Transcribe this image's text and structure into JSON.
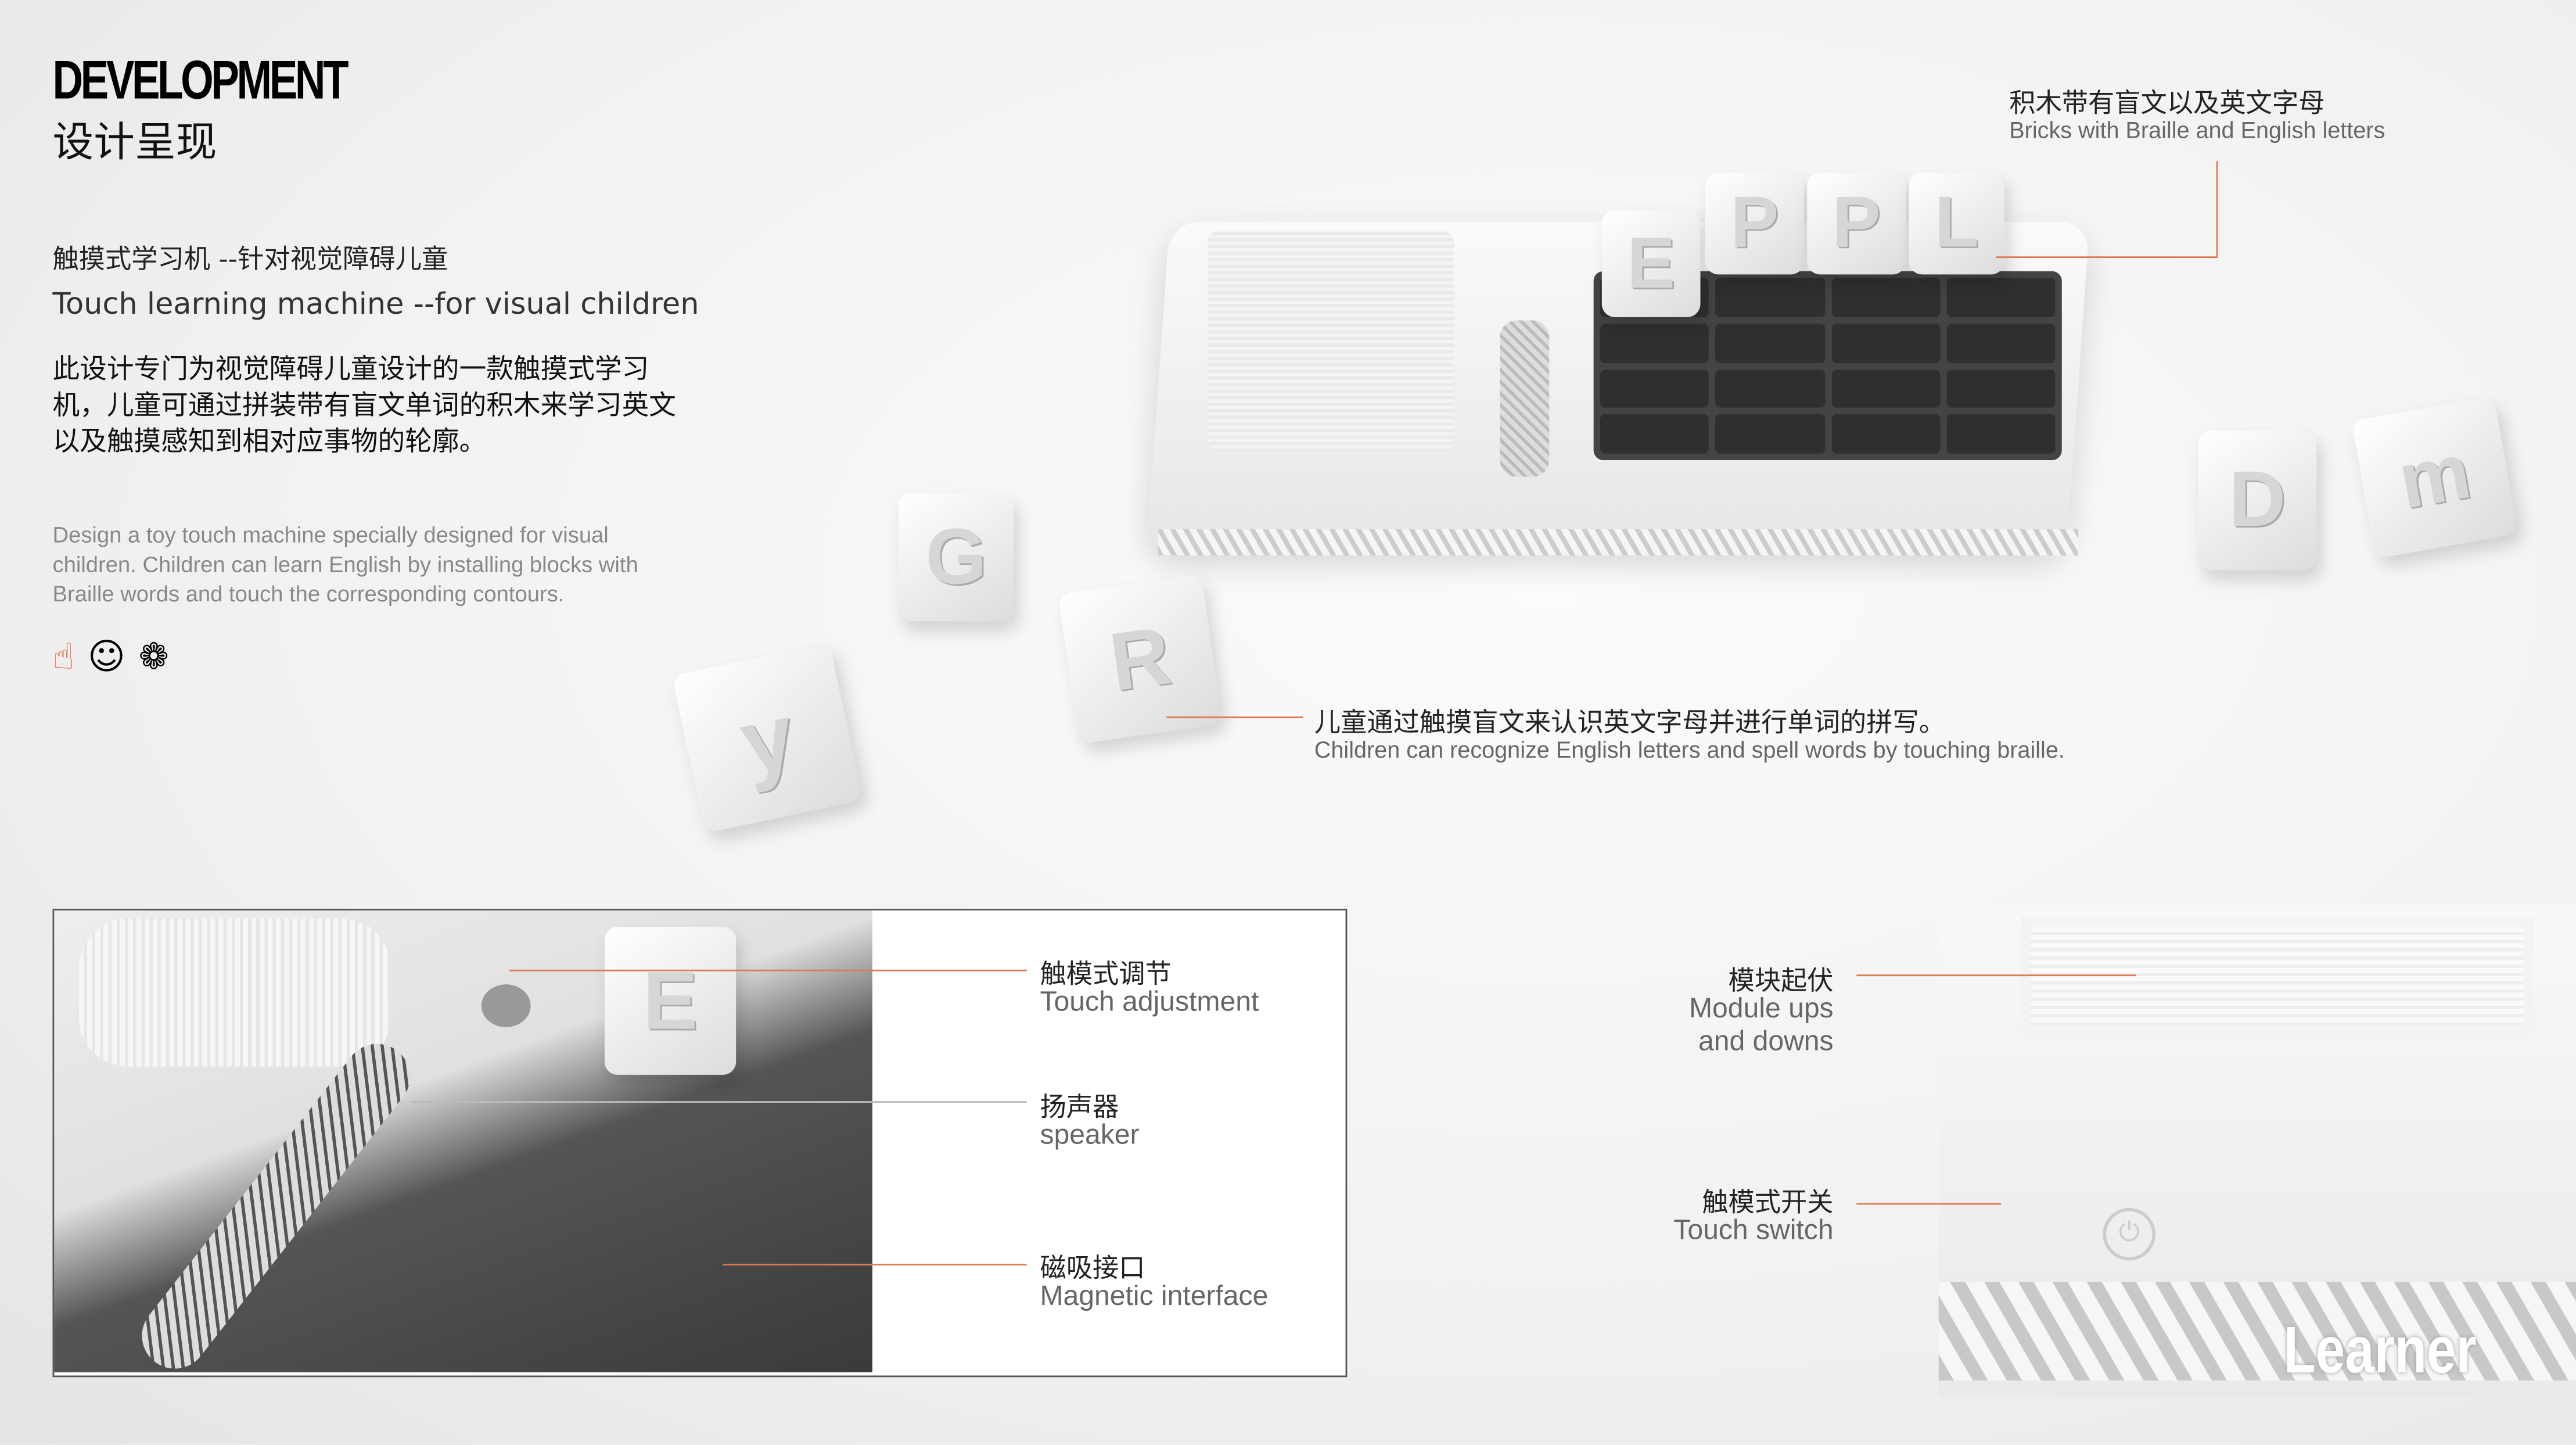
{
  "header": {
    "title_en": "DEVELOPMENT",
    "title_cn": "设计呈现"
  },
  "intro": {
    "subtitle_cn": "触摸式学习机 --针对视觉障碍儿童",
    "subtitle_en": "Touch learning machine --for visual children",
    "desc_cn": "此设计专门为视觉障碍儿童设计的一款触摸式学习机，儿童可通过拼装带有盲文单词的积木来学习英文以及触摸感知到相对应事物的轮廓。",
    "desc_en": "Design a toy touch machine specially designed for visual children. Children can learn English by installing blocks with Braille words and touch the corresponding contours.",
    "icons": [
      "hand-touch-icon",
      "smiley-icon",
      "flower-outline-icon"
    ]
  },
  "annotations": {
    "bricks": {
      "cn": "积木带有盲文以及英文字母",
      "en": "Bricks with Braille and English letters"
    },
    "recognize": {
      "cn": "儿童通过触摸盲文来认识英文字母并进行单词的拼写。",
      "en": "Children can recognize English letters and spell words by touching braille."
    },
    "touch_adjust": {
      "cn": "触模式调节",
      "en": "Touch adjustment"
    },
    "speaker": {
      "cn": "扬声器",
      "en": "speaker"
    },
    "magnetic": {
      "cn": "磁吸接口",
      "en": "Magnetic interface"
    },
    "module": {
      "cn": "模块起伏",
      "en1": "Module ups",
      "en2": "and downs"
    },
    "switch": {
      "cn": "触模式开关",
      "en": "Touch switch"
    }
  },
  "product": {
    "blocks_on_device": [
      "E",
      "P",
      "P",
      "L"
    ],
    "loose_blocks": [
      "G",
      "y",
      "R",
      "D",
      "m"
    ],
    "logo": "Learner"
  },
  "colors": {
    "accent": "#e07a52"
  }
}
